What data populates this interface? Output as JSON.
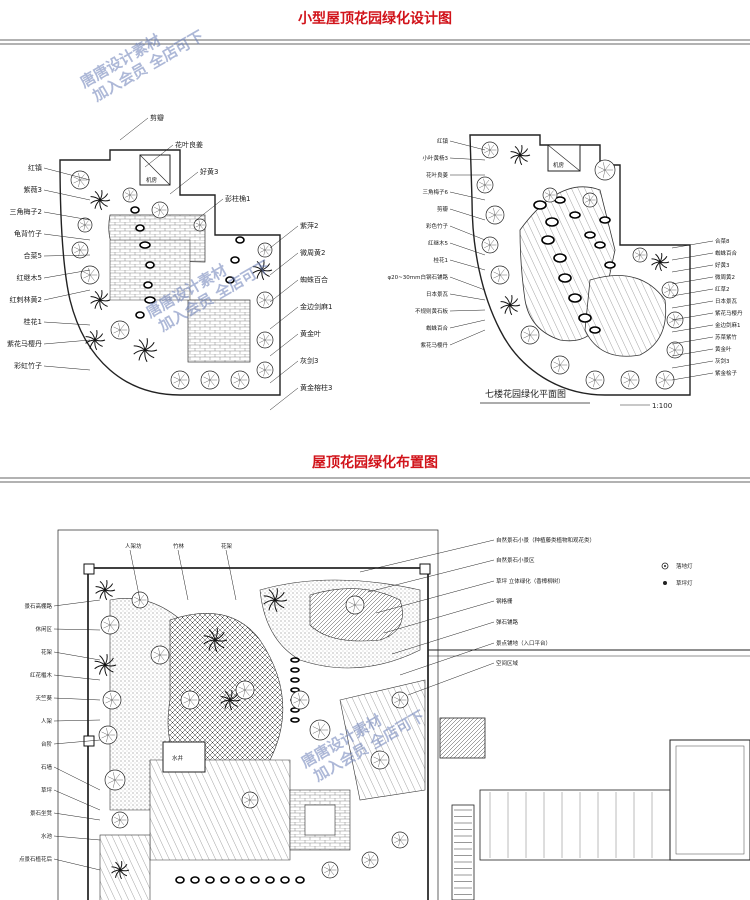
{
  "titles": {
    "top": "小型屋顶花园绿化设计图",
    "bottom": "屋顶花园绿化布置图"
  },
  "watermark": {
    "line1": "唐唐设计素材",
    "line2": "加入会员 全店可下"
  },
  "plan_left": {
    "labels": [
      "红镇",
      "紫薇3",
      "三角梅子2",
      "龟背竹子",
      "合菜5",
      "红继木5",
      "红刺林黄2",
      "桂花1",
      "紫花马樱丹",
      "彩虹竹子",
      "剪瓣",
      "花叶良姜",
      "好黄3",
      "彭柱桷1",
      "紫萍2",
      "微周黄2",
      "蜘蛛百合",
      "金边剑麻1",
      "黄金叶",
      "灰剑3",
      "黄金榕柱3"
    ],
    "room_label": "机房"
  },
  "plan_right": {
    "labels": [
      "红镇",
      "小叶黄杨3",
      "花叶良姜",
      "三角梅子6",
      "剪瓣",
      "彩色竹子",
      "红继木5",
      "桂花1",
      "φ20~30mm白钢石铺路",
      "日本景瓦",
      "不规则黄石板",
      "蜘蛛百合",
      "紫花马樱丹",
      "合菜8",
      "蜘蛛百合",
      "好黄3",
      "微周黄2",
      "红草2",
      "日本景瓦",
      "紫花马樱丹",
      "金边剑麻1",
      "苏菜紫竹",
      "黄金叶",
      "灰剑3",
      "紫金桧子"
    ],
    "room_label": "机房",
    "caption": "七楼花园绿化平面图",
    "scale": "1:100"
  },
  "plan_bottom": {
    "left_labels": [
      "景石高棚路",
      "休闲区",
      "花架",
      "红花檵木",
      "天竺葵",
      "人架",
      "台阶",
      "石墙",
      "草坪",
      "景石坐凳",
      "水池",
      "点景石植花后"
    ],
    "top_labels": [
      "人架坊",
      "竹林",
      "花架"
    ],
    "right_labels": [
      "自然景石小景（种植藤类植物和观花类）",
      "自然景石小景区",
      "草坪 立体绿化（香樟柳树）",
      "钢格栅",
      "弹石铺路",
      "景点铺地（入口平台）",
      "空间区域"
    ],
    "legend": [
      "落地灯",
      "草坪灯"
    ],
    "pond_label": "水井"
  }
}
